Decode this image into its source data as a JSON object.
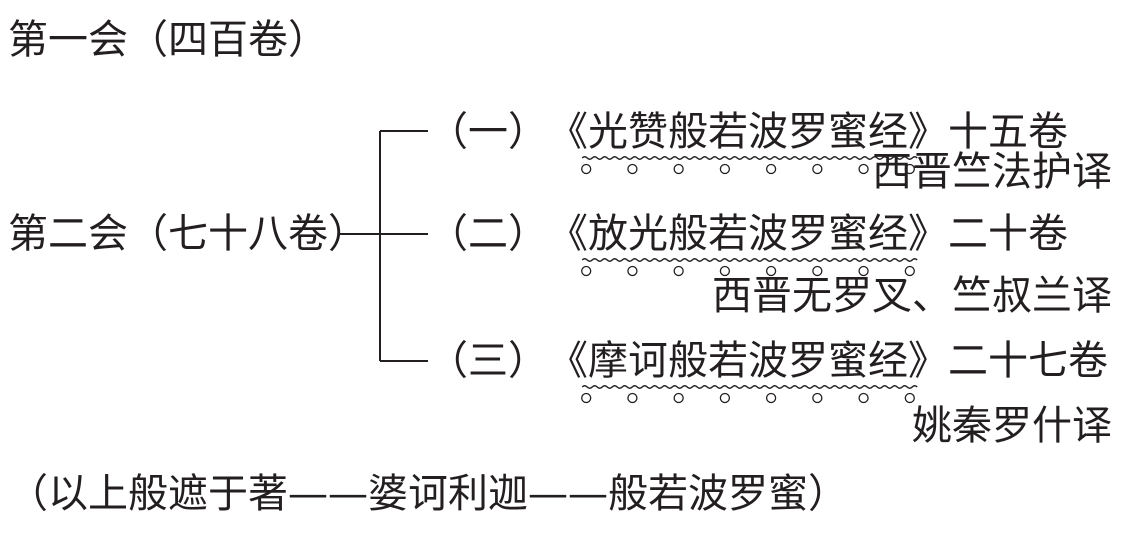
{
  "first_assembly": "第一会（四百卷）",
  "second_assembly": "第二会（七十八卷）",
  "branches": [
    {
      "number": "（一）",
      "title": "《光赞般若波罗蜜经》",
      "volumes": "十五卷",
      "translator": "西晋竺法护译"
    },
    {
      "number": "（二）",
      "title": "《放光般若波罗蜜经》",
      "volumes": "二十卷",
      "translator": "西晋无罗叉、竺叔兰译"
    },
    {
      "number": "（三）",
      "title": "《摩诃般若波罗蜜经》",
      "volumes": "二十七卷",
      "translator": "姚秦罗什译"
    }
  ],
  "footnote": "（以上般遮于著——婆诃利迦——般若波罗蜜）"
}
